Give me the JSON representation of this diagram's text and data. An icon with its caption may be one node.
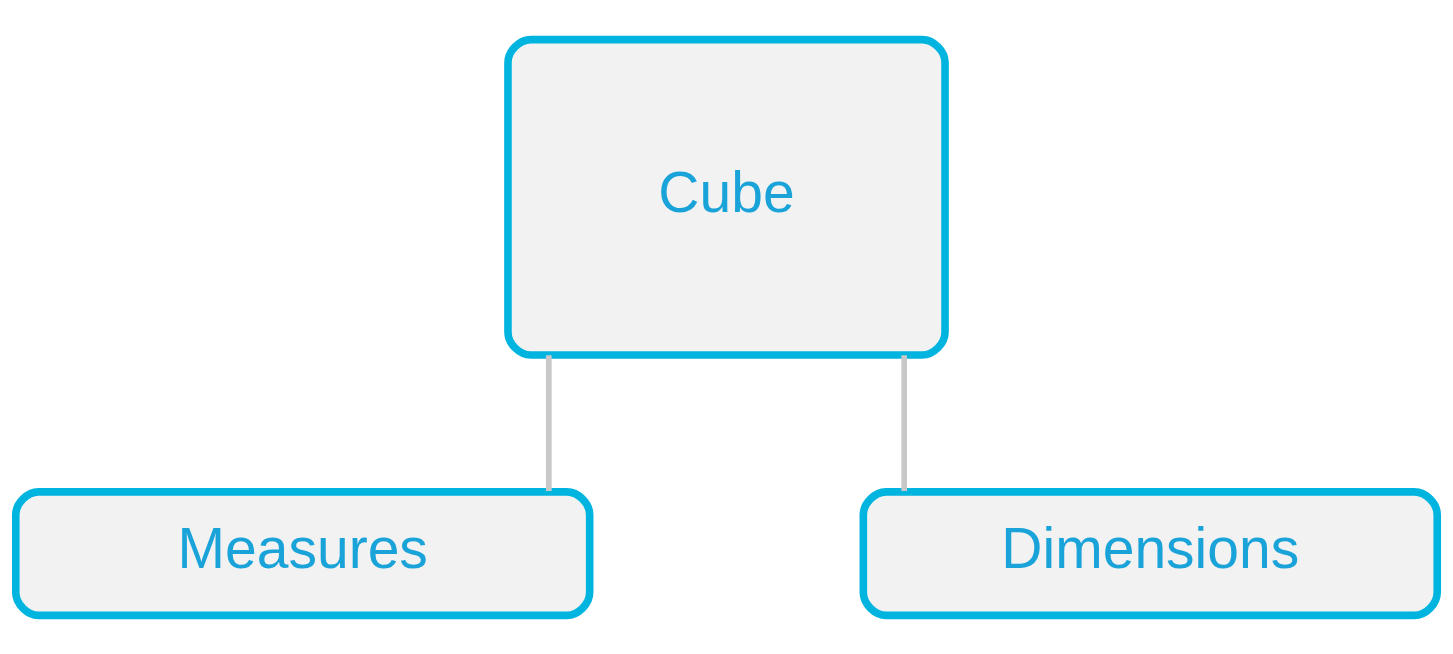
{
  "diagram": {
    "nodes": [
      {
        "text": [
          "Cube"
        ]
      },
      {
        "text": [
          "Measures"
        ]
      },
      {
        "text": [
          "Dimensions"
        ]
      }
    ],
    "edges": [
      {
        "from": 0,
        "to": 1,
        "arrow": "none"
      },
      {
        "from": 0,
        "to": 2,
        "arrow": "none"
      }
    ]
  }
}
